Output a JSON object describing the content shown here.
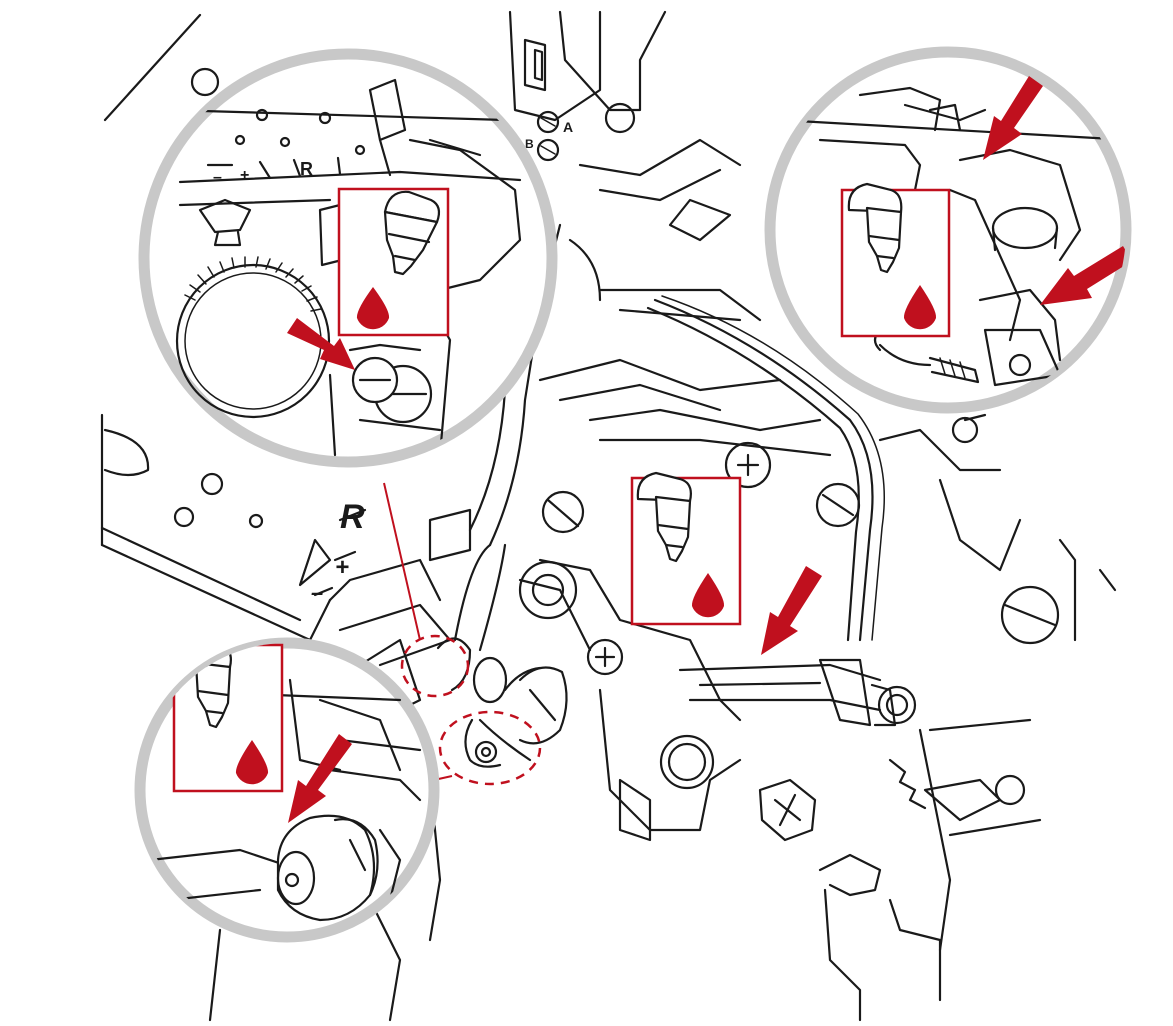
{
  "colors": {
    "accent": "#c0101e",
    "line": "#1a1a1a",
    "ring": "#c8c8c8",
    "background": "#ffffff"
  },
  "icons": [
    "oil-drop-icon",
    "oiler-bottle-icon",
    "arrow-icon"
  ],
  "labels": {
    "dial_r": "R",
    "dial_minus": "–",
    "dial_plus": "+",
    "inset_r": "R",
    "inset_minus": "–",
    "inset_plus": "+",
    "port_a": "A",
    "port_b": "B"
  }
}
